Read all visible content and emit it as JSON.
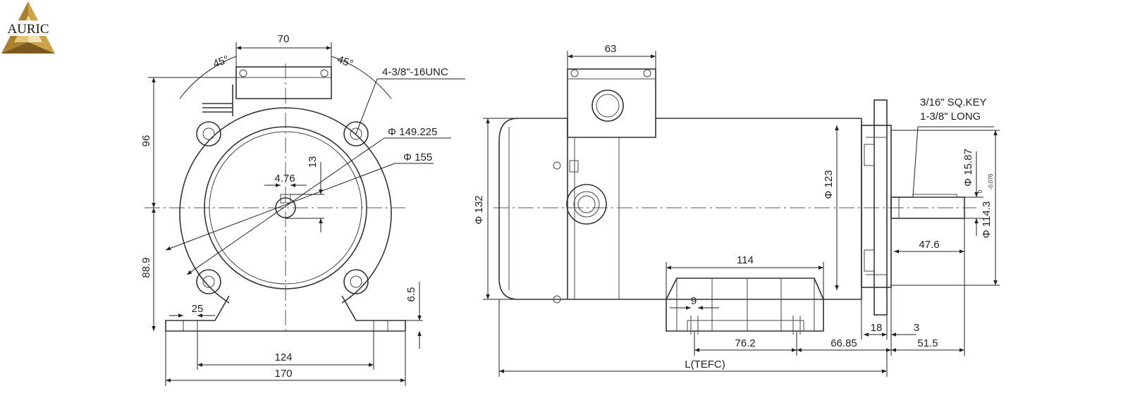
{
  "logo": {
    "text": "AURIC",
    "colors": {
      "gold": "#c9a24a",
      "dark": "#7a5a1e",
      "light": "#f2e2b3"
    }
  },
  "end_view": {
    "d_70": "70",
    "a_left": "45°",
    "a_right": "45°",
    "thread": "4-3/8\"-16UNC",
    "d_96": "96",
    "d_889": "88.9",
    "d_149": "Φ 149.225",
    "d_155": "Φ 155",
    "d_13": "13",
    "d_476": "4.76",
    "d_25": "25",
    "d_65": "6.5",
    "d_124": "124",
    "d_170": "170"
  },
  "side_view": {
    "d_63": "63",
    "d_132": "Φ 132",
    "d_123": "Φ 123",
    "key_1": "3/16\" SQ.KEY",
    "key_2": "1-3/8\" LONG",
    "d_1587": "Φ 15.87",
    "d_1143": "Φ 114.3",
    "tol_up": "0",
    "tol_low": "-0.076",
    "d_114": "114",
    "d_9": "9",
    "d_476": "47.6",
    "d_18": "18",
    "d_3": "3",
    "d_762": "76.2",
    "d_6685": "66.85",
    "d_515": "51.5",
    "d_L": "L(TEFC)"
  }
}
